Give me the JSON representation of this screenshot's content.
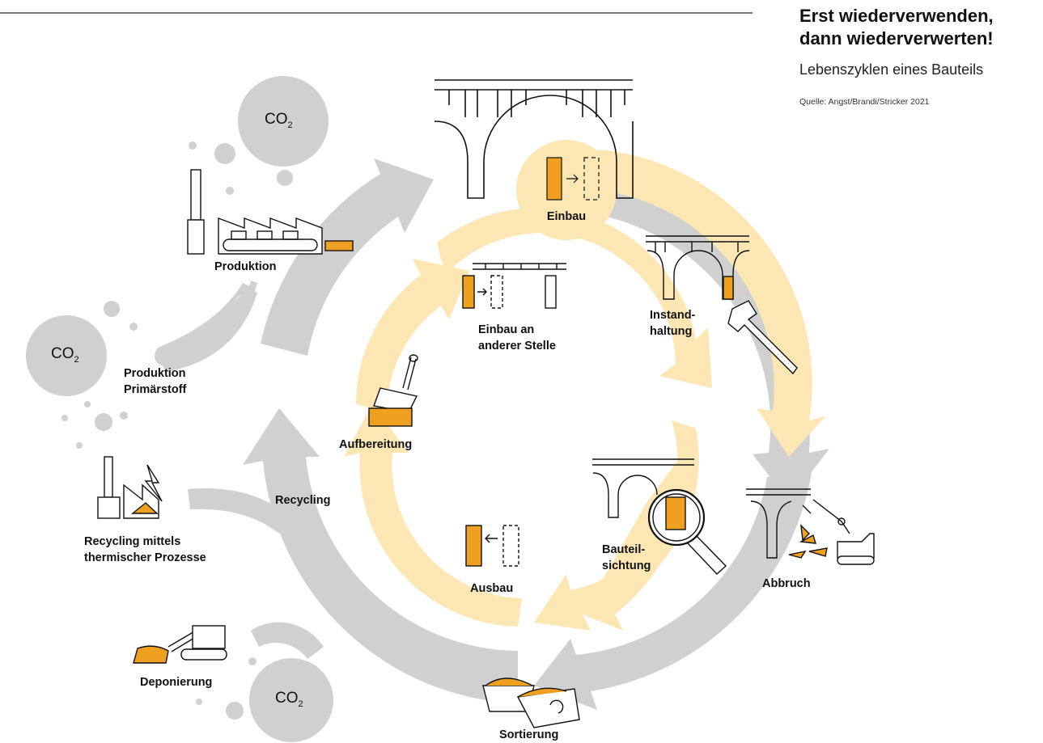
{
  "header": {
    "title_line1": "Erst wiederverwenden,",
    "title_line2": "dann wiederverwerten!",
    "subtitle": "Lebenszyklen eines Bauteils",
    "source": "Quelle: Angst/Brandi/Stricker 2021"
  },
  "co2": {
    "main": "CO",
    "sub": "2"
  },
  "inner_cycle": {
    "einbau": "Einbau",
    "instandhaltung": "Instand-\nhaltung",
    "bauteilsichtung": "Bauteil-\nsichtung",
    "ausbau": "Ausbau",
    "aufbereitung": "Aufbereitung",
    "einbau_andere_stelle": "Einbau an\nanderer Stelle"
  },
  "outer_cycle": {
    "abbruch": "Abbruch",
    "sortierung": "Sortierung",
    "recycling": "Recycling",
    "produktion": "Produktion"
  },
  "side_paths": {
    "produktion_primaerstoff": "Produktion\nPrimärstoff",
    "recycling_thermisch": "Recycling mittels\nthermischer Prozesse",
    "deponierung": "Deponierung"
  },
  "colors": {
    "outer_ring": "#d0d0d0",
    "inner_ring": "#fce6b3",
    "accent": "#f0a020",
    "line": "#111111"
  }
}
